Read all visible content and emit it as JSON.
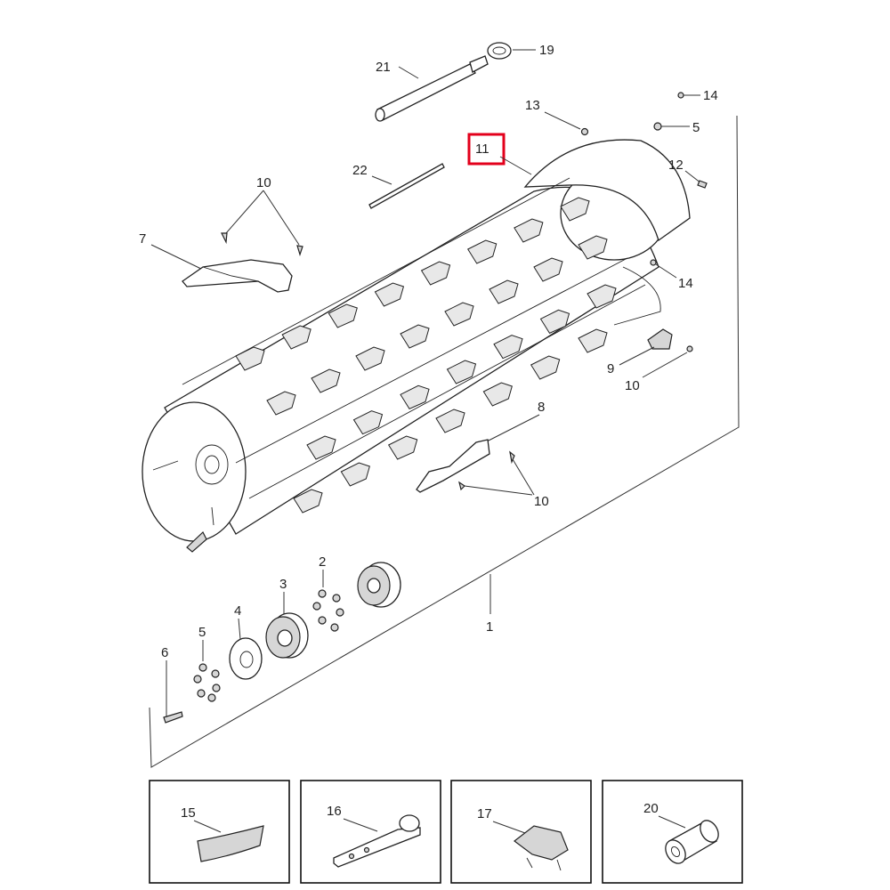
{
  "callouts": {
    "c1": "1",
    "c2": "2",
    "c3": "3",
    "c4": "4",
    "c5a": "5",
    "c5b": "5",
    "c6": "6",
    "c7": "7",
    "c8": "8",
    "c9": "9",
    "c10a": "10",
    "c10b": "10",
    "c10c": "10",
    "c11": "11",
    "c12": "12",
    "c13": "13",
    "c14a": "14",
    "c14b": "14",
    "c15": "15",
    "c16": "16",
    "c17": "17",
    "c19": "19",
    "c20": "20",
    "c21": "21",
    "c22": "22"
  },
  "highlight_color": "#e3001b"
}
